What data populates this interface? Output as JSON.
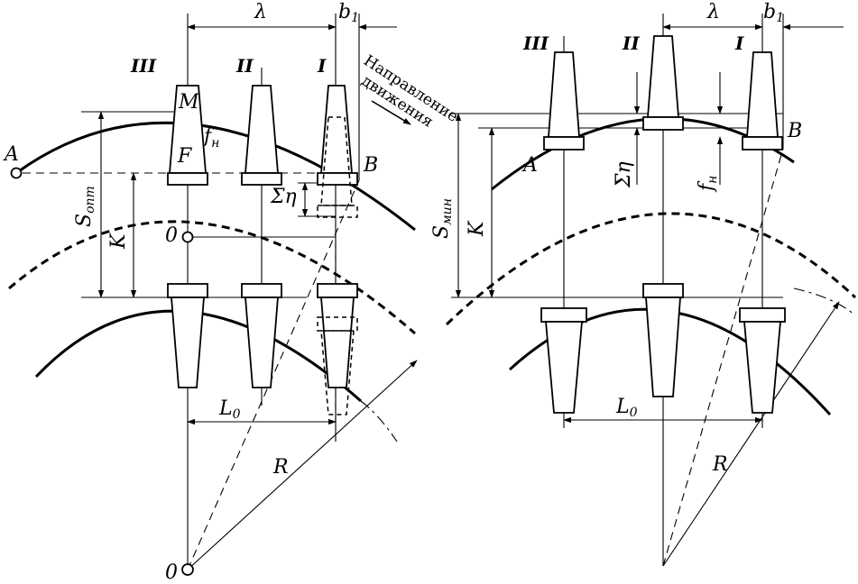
{
  "left_panel": {
    "roman_labels": [
      "III",
      "II",
      "I"
    ],
    "lambda": "λ",
    "b1_main": "b",
    "b1_sub": "1",
    "M": "M",
    "F": "F",
    "fn_main": "f",
    "fn_sub": "н",
    "A": "A",
    "B": "B",
    "sigma_eta": "Ση",
    "s_main": "S",
    "s_sub": "опт",
    "K": "K",
    "zero_mid": "0",
    "zero_bottom": "0",
    "L0_main": "L",
    "L0_sub": "0",
    "R": "R",
    "motion_line1": "Направление",
    "motion_line2": "движения"
  },
  "right_panel": {
    "roman_labels": [
      "III",
      "II",
      "I"
    ],
    "lambda": "λ",
    "b1_main": "b",
    "b1_sub": "1",
    "A": "A",
    "B": "B",
    "sigma_eta": "Ση",
    "fn_main": "f",
    "fn_sub": "н",
    "s_main": "S",
    "s_sub": "мин",
    "K": "K",
    "L0_main": "L",
    "L0_sub": "0",
    "R": "R"
  }
}
